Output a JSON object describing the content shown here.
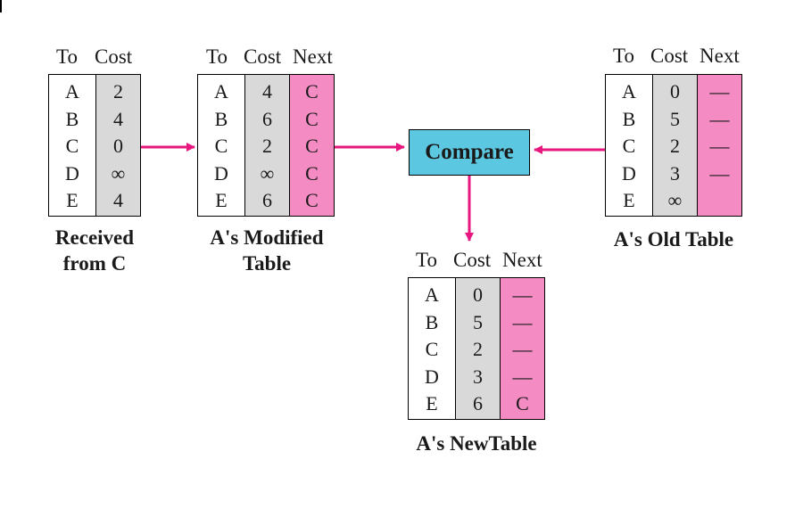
{
  "headers": {
    "to": "To",
    "cost": "Cost",
    "next": "Next"
  },
  "compare_label": "Compare",
  "tables": {
    "received": {
      "caption_line1": "Received",
      "caption_line2": "from C",
      "rows": [
        {
          "to": "A",
          "cost": "2"
        },
        {
          "to": "B",
          "cost": "4"
        },
        {
          "to": "C",
          "cost": "0"
        },
        {
          "to": "D",
          "cost": "∞"
        },
        {
          "to": "E",
          "cost": "4"
        }
      ]
    },
    "modified": {
      "caption_line1": "A's Modified",
      "caption_line2": "Table",
      "rows": [
        {
          "to": "A",
          "cost": "4",
          "next": "C"
        },
        {
          "to": "B",
          "cost": "6",
          "next": "C"
        },
        {
          "to": "C",
          "cost": "2",
          "next": "C"
        },
        {
          "to": "D",
          "cost": "∞",
          "next": "C"
        },
        {
          "to": "E",
          "cost": "6",
          "next": "C"
        }
      ]
    },
    "old": {
      "caption": "A's Old Table",
      "rows": [
        {
          "to": "A",
          "cost": "0",
          "next": "—"
        },
        {
          "to": "B",
          "cost": "5",
          "next": "—"
        },
        {
          "to": "C",
          "cost": "2",
          "next": "—"
        },
        {
          "to": "D",
          "cost": "3",
          "next": "—"
        },
        {
          "to": "E",
          "cost": "∞",
          "next": ""
        }
      ]
    },
    "new": {
      "caption": "A's NewTable",
      "rows": [
        {
          "to": "A",
          "cost": "0",
          "next": "—"
        },
        {
          "to": "B",
          "cost": "5",
          "next": "—"
        },
        {
          "to": "C",
          "cost": "2",
          "next": "—"
        },
        {
          "to": "D",
          "cost": "3",
          "next": "—"
        },
        {
          "to": "E",
          "cost": "6",
          "next": "C"
        }
      ]
    }
  },
  "colors": {
    "cost_column": "#d9d9d9",
    "next_column": "#f48cc3",
    "compare_box": "#5bc7e0",
    "arrow": "#e8177f"
  }
}
